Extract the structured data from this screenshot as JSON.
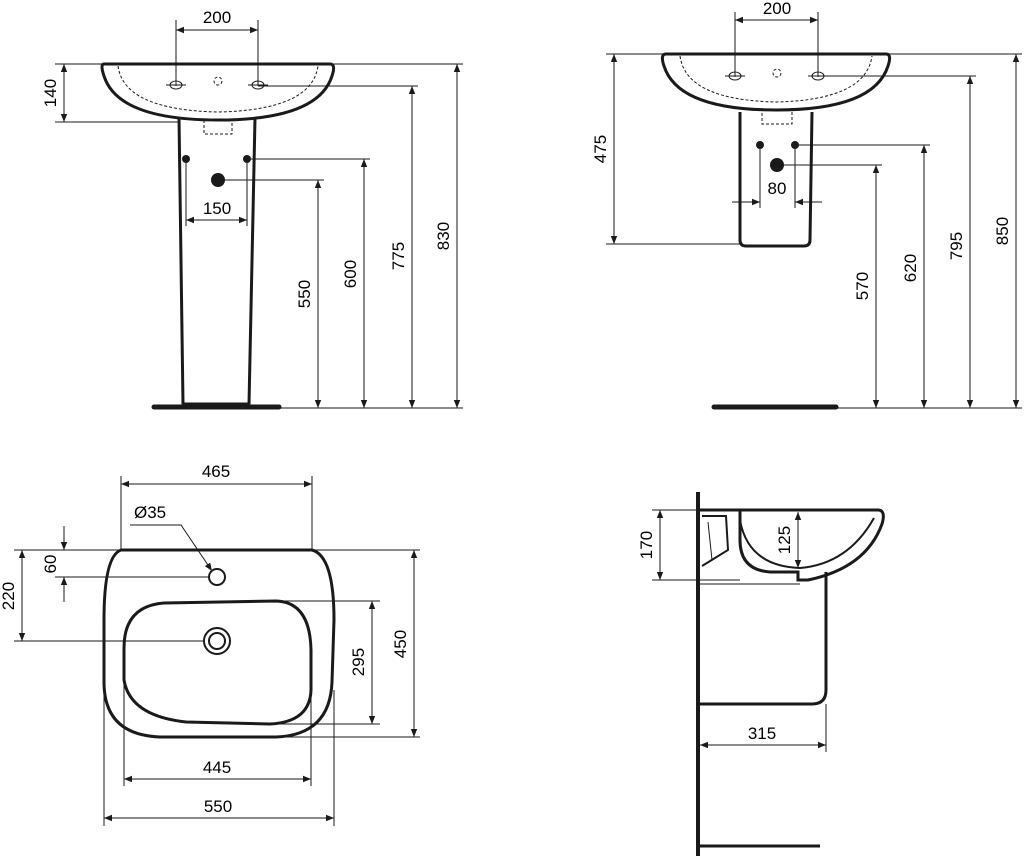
{
  "dimensions": {
    "front_pedestal": {
      "tap_spacing": "200",
      "bowl_height": "140",
      "supply_spacing": "150",
      "waste_height": "550",
      "supply_height": "600",
      "tap_height": "775",
      "rim_height": "830"
    },
    "front_semi_pedestal": {
      "tap_spacing": "200",
      "pedestal_drop": "475",
      "supply_spacing": "80",
      "waste_height": "570",
      "supply_height": "620",
      "tap_height": "795",
      "rim_height": "850"
    },
    "top_view": {
      "bowl_length": "465",
      "tap_hole_diameter": "Ø35",
      "tap_offset": "60",
      "waste_offset": "220",
      "bowl_width": "295",
      "depth": "450",
      "inner_width": "445",
      "overall_width": "550"
    },
    "side_view": {
      "overall_height": "170",
      "bowl_depth": "125",
      "projection": "315"
    }
  }
}
